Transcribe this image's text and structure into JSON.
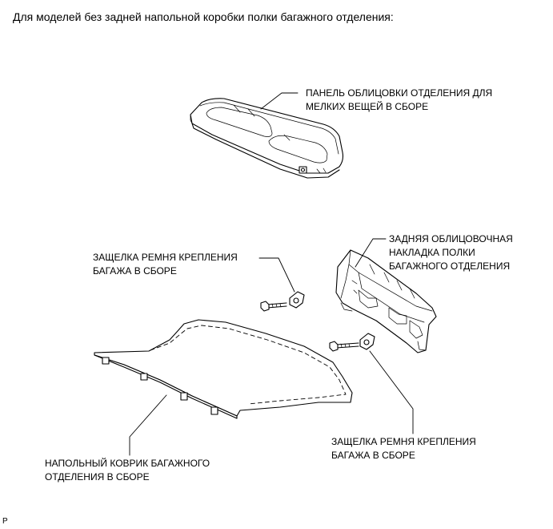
{
  "heading": "Для моделей без задней напольной коробки полки багажного отделения:",
  "labels": {
    "tray_trim_l1": "ПАНЕЛЬ ОБЛИЦОВКИ ОТДЕЛЕНИЯ ДЛЯ",
    "tray_trim_l2": "МЕЛКИХ ВЕЩЕЙ В СБОРЕ",
    "rear_cover_l1": "ЗАДНЯЯ ОБЛИЦОВОЧНАЯ",
    "rear_cover_l2": "НАКЛАДКА ПОЛКИ",
    "rear_cover_l3": "БАГАЖНОГО ОТДЕЛЕНИЯ",
    "hook_left_l1": "ЗАЩЕЛКА РЕМНЯ КРЕПЛЕНИЯ",
    "hook_left_l2": "БАГАЖА В СБОРЕ",
    "hook_right_l1": "ЗАЩЕЛКА РЕМНЯ КРЕПЛЕНИЯ",
    "hook_right_l2": "БАГАЖА В СБОРЕ",
    "floor_mat_l1": "НАПОЛЬНЫЙ КОВРИК БАГАЖНОГО",
    "floor_mat_l2": "ОТДЕЛЕНИЯ В СБОРЕ"
  },
  "ref_mark": "P"
}
